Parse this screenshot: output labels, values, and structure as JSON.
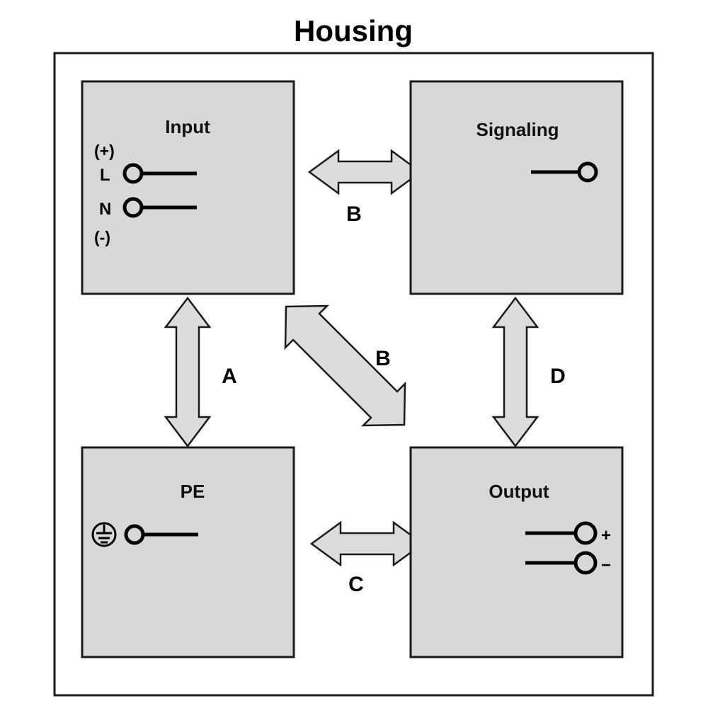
{
  "title": "Housing",
  "colors": {
    "block_fill": "#d8d8d8",
    "arrow_fill": "#dcdcdc",
    "stroke": "#1a1a1a",
    "wire": "#000000",
    "background": "#ffffff"
  },
  "blocks": {
    "input": {
      "title": "Input",
      "plus_label": "(+)",
      "minus_label": "(-)",
      "terminals": [
        {
          "label": "L"
        },
        {
          "label": "N"
        }
      ]
    },
    "signaling": {
      "title": "Signaling",
      "terminals": [
        {
          "label": ""
        }
      ]
    },
    "pe": {
      "title": "PE",
      "symbol": "protective-earth-icon",
      "terminals": [
        {
          "label": ""
        }
      ]
    },
    "output": {
      "title": "Output",
      "terminals": [
        {
          "label": "+"
        },
        {
          "label": "−"
        }
      ]
    }
  },
  "arrows": [
    {
      "id": "a",
      "label": "A",
      "from": "input",
      "to": "pe",
      "orientation": "vertical"
    },
    {
      "id": "b-horizontal",
      "label": "B",
      "from": "input",
      "to": "signaling",
      "orientation": "horizontal"
    },
    {
      "id": "b-diagonal",
      "label": "B",
      "from": "input",
      "to": "output",
      "orientation": "diagonal"
    },
    {
      "id": "c",
      "label": "C",
      "from": "pe",
      "to": "output",
      "orientation": "horizontal"
    },
    {
      "id": "d",
      "label": "D",
      "from": "signaling",
      "to": "output",
      "orientation": "vertical"
    }
  ]
}
